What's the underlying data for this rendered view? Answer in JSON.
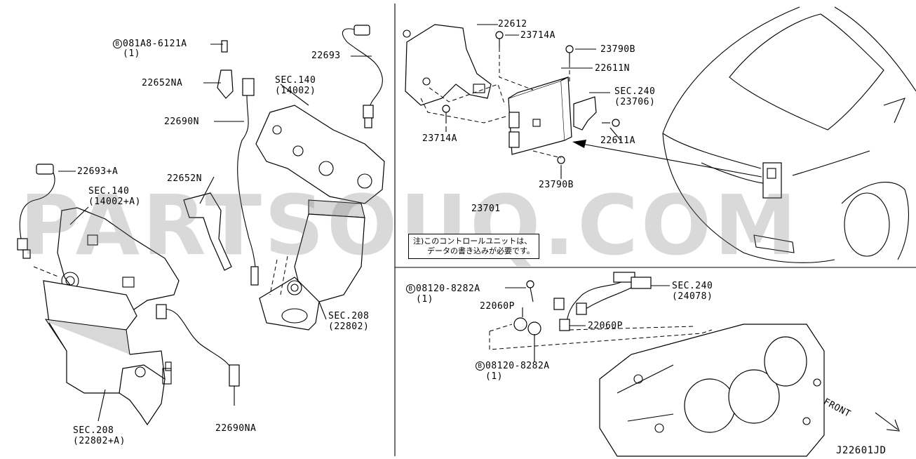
{
  "diagram_code": "J22601JD",
  "watermark": "PARTSOUQ.COM",
  "note": {
    "line1": "注)このコントロールユニットは、",
    "line2": "データの書き込みが必要です。"
  },
  "front_label": "FRONT",
  "bolt_marker": "B",
  "labels": {
    "l_081A8": "081A8-6121A",
    "l_081A8_qty": "(1)",
    "l_22652NA": "22652NA",
    "l_22690N": "22690N",
    "l_22693": "22693",
    "l_sec140_a": "SEC.140",
    "l_sec140_a_num": "(14002)",
    "l_22693A": "22693+A",
    "l_sec140_b": "SEC.140",
    "l_sec140_b_num": "(14002+A)",
    "l_22652N": "22652N",
    "l_sec208_a": "SEC.208",
    "l_sec208_a_num": "(22802)",
    "l_sec208_b": "SEC.208",
    "l_sec208_b_num": "(22802+A)",
    "l_22690NA": "22690NA",
    "l_22612": "22612",
    "l_23714A_top": "23714A",
    "l_23790B_top": "23790B",
    "l_22611N": "22611N",
    "l_sec240_a": "SEC.240",
    "l_sec240_a_num": "(23706)",
    "l_22611A": "22611A",
    "l_23714A_bot": "23714A",
    "l_23790B_bot": "23790B",
    "l_23701": "23701",
    "l_08120_top": "08120-8282A",
    "l_08120_top_qty": "(1)",
    "l_22060P_a": "22060P",
    "l_22060P_b": "22060P",
    "l_sec240_b": "SEC.240",
    "l_sec240_b_num": "(24078)",
    "l_08120_bot": "08120-8282A",
    "l_08120_bot_qty": "(1)"
  }
}
